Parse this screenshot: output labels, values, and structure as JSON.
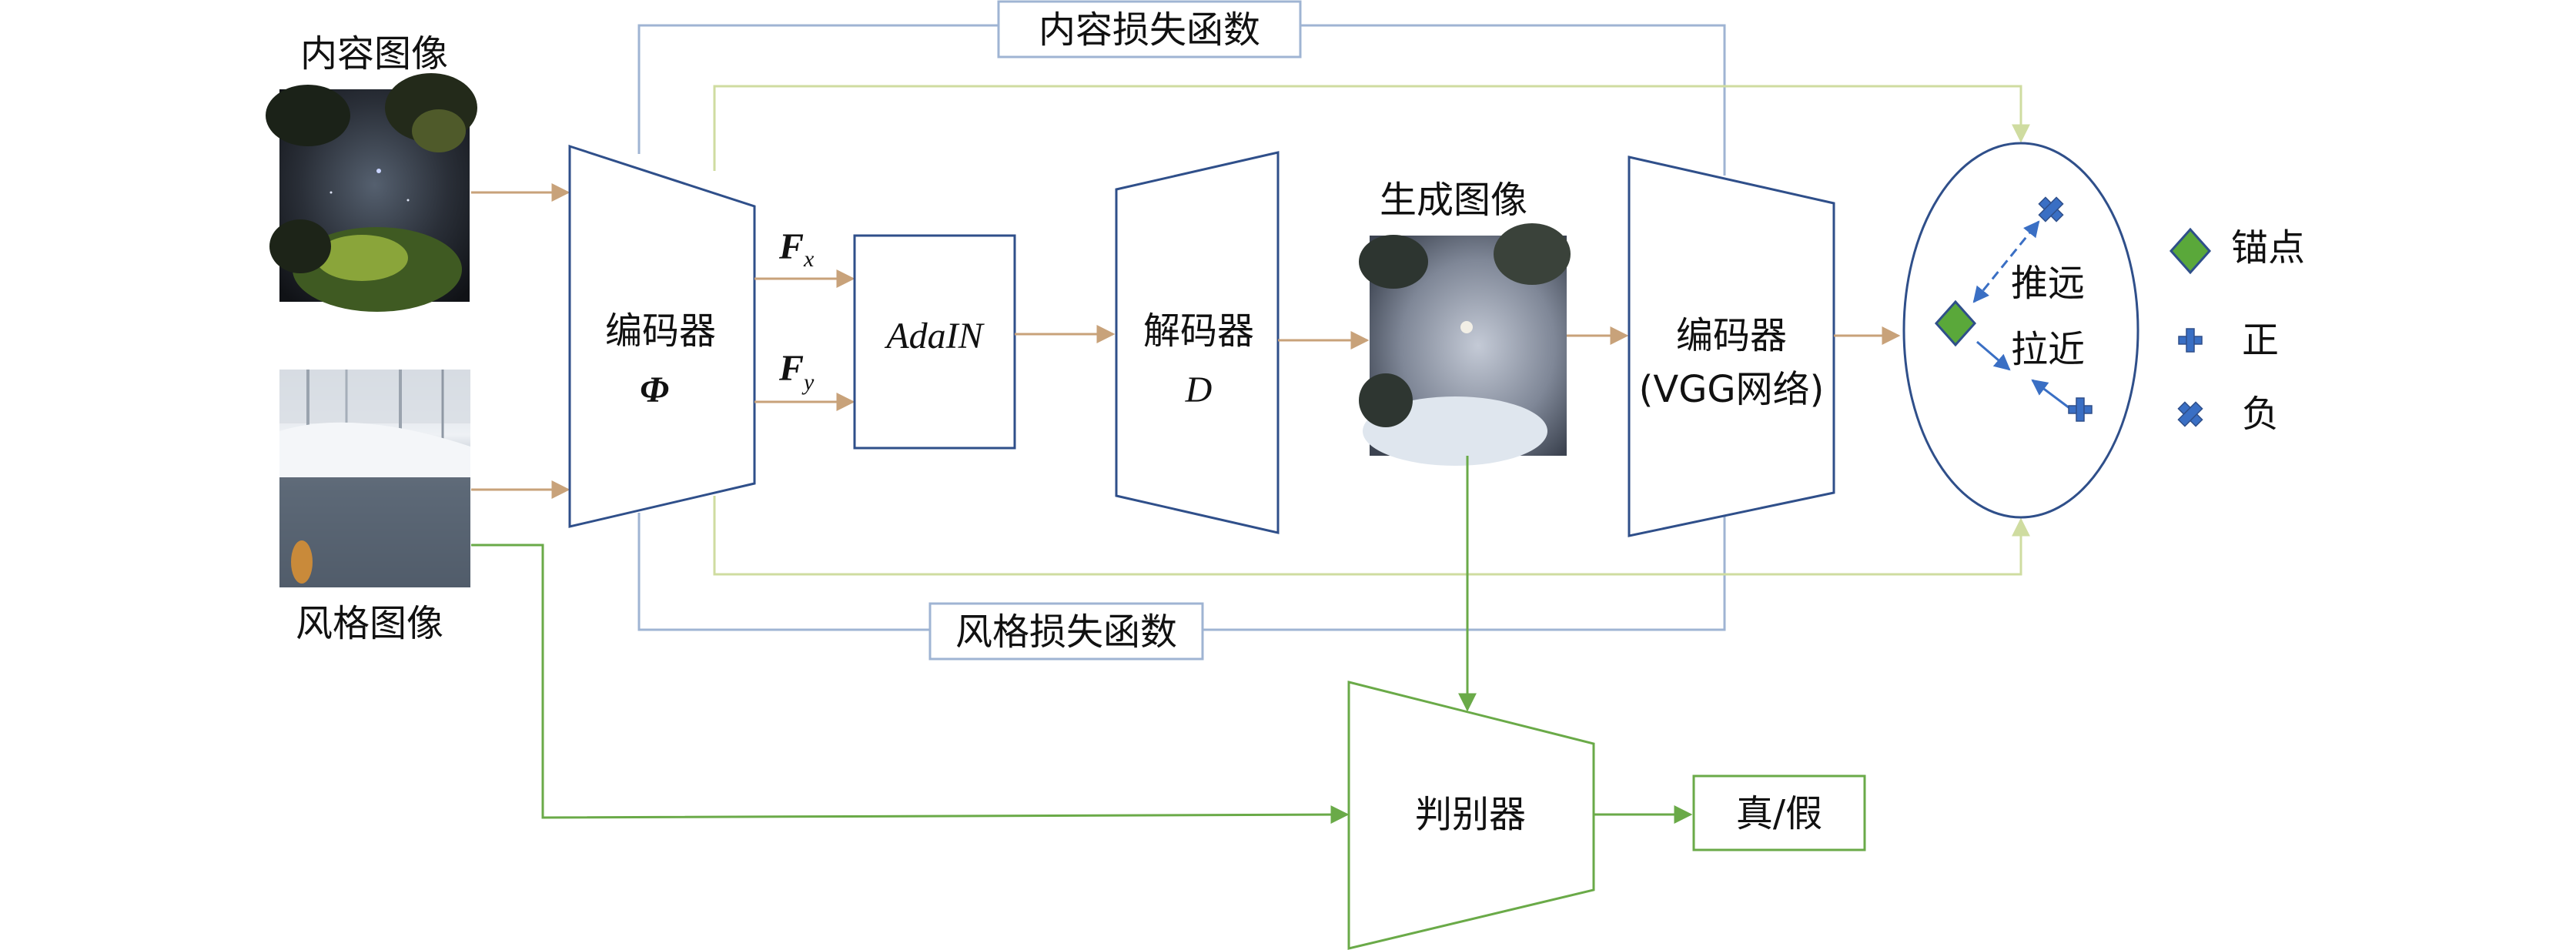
{
  "labels": {
    "content_image": "内容图像",
    "style_image": "风格图像",
    "generated_image": "生成图像",
    "content_loss": "内容损失函数",
    "style_loss": "风格损失函数",
    "encoder": "编码器",
    "encoder_symbol": "Φ",
    "feature_x": "F",
    "feature_x_sub": "x",
    "feature_y": "F",
    "feature_y_sub": "y",
    "adain": "AdaIN",
    "decoder": "解码器",
    "decoder_symbol": "D",
    "vgg_encoder": "编码器",
    "vgg_encoder_sub": "(VGG网络)",
    "push_away": "推远",
    "pull_close": "拉近",
    "discriminator": "判别器",
    "output": "真/假"
  },
  "legend": [
    {
      "icon": "diamond-icon",
      "label": "锚点",
      "color": "#5aa83a"
    },
    {
      "icon": "plus-icon",
      "label": "正",
      "color": "#3a6fc4"
    },
    {
      "icon": "cross-icon",
      "label": "负",
      "color": "#3a6fc4"
    }
  ],
  "colors": {
    "block_border": "#2f4f8a",
    "main_arrow": "#c8a27a",
    "loss_line": "#9fb4d3",
    "contrast_line": "#cfdca0",
    "gan_line": "#6aaa48",
    "contrast_arrow": "#3a6fc4"
  }
}
